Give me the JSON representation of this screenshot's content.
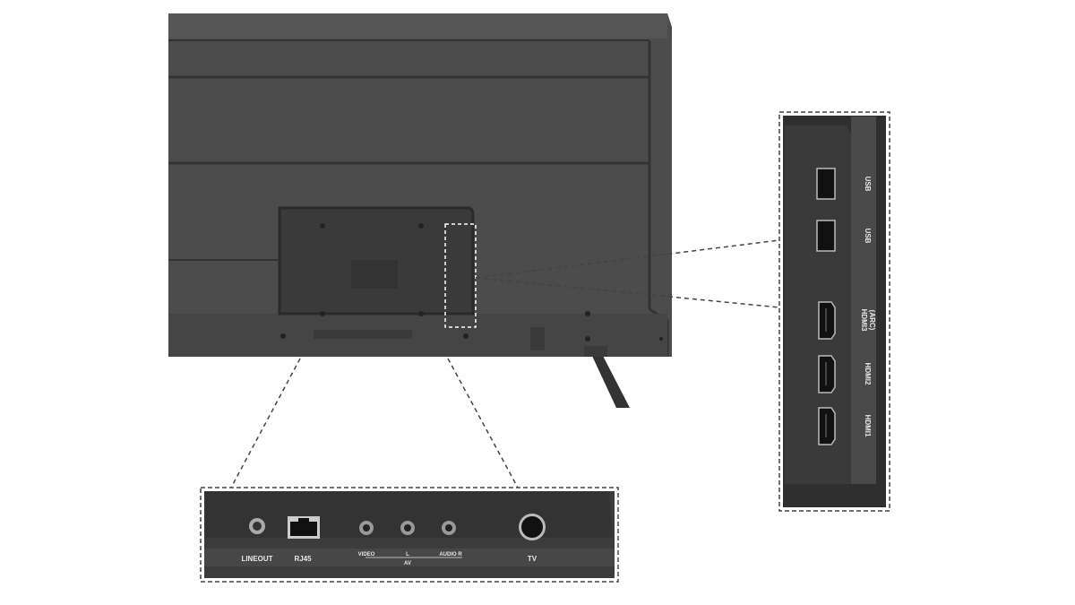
{
  "bottom_panel": {
    "ports": [
      {
        "label": "LINEOUT",
        "icon": "line-out-jack-icon"
      },
      {
        "label": "RJ45",
        "icon": "ethernet-port-icon"
      },
      {
        "label": "VIDEO",
        "icon": "rca-jack-icon"
      },
      {
        "label": "L",
        "icon": "rca-jack-icon"
      },
      {
        "label": "AUDIO R",
        "icon": "rca-jack-icon"
      },
      {
        "label": "TV",
        "icon": "antenna-port-icon"
      }
    ],
    "group_label": "AV"
  },
  "side_panel": {
    "ports": [
      {
        "label": "USB",
        "icon": "usb-port-icon"
      },
      {
        "label": "USB",
        "icon": "usb-port-icon"
      },
      {
        "label": "HDMI3",
        "sublabel": "(ARC)",
        "icon": "hdmi-port-icon"
      },
      {
        "label": "HDMI2",
        "icon": "hdmi-port-icon"
      },
      {
        "label": "HDMI1",
        "icon": "hdmi-port-icon"
      }
    ]
  },
  "colors": {
    "tv_body": "#4a4a4a",
    "panel": "#3a3a3a",
    "label": "#e8e8e8"
  }
}
